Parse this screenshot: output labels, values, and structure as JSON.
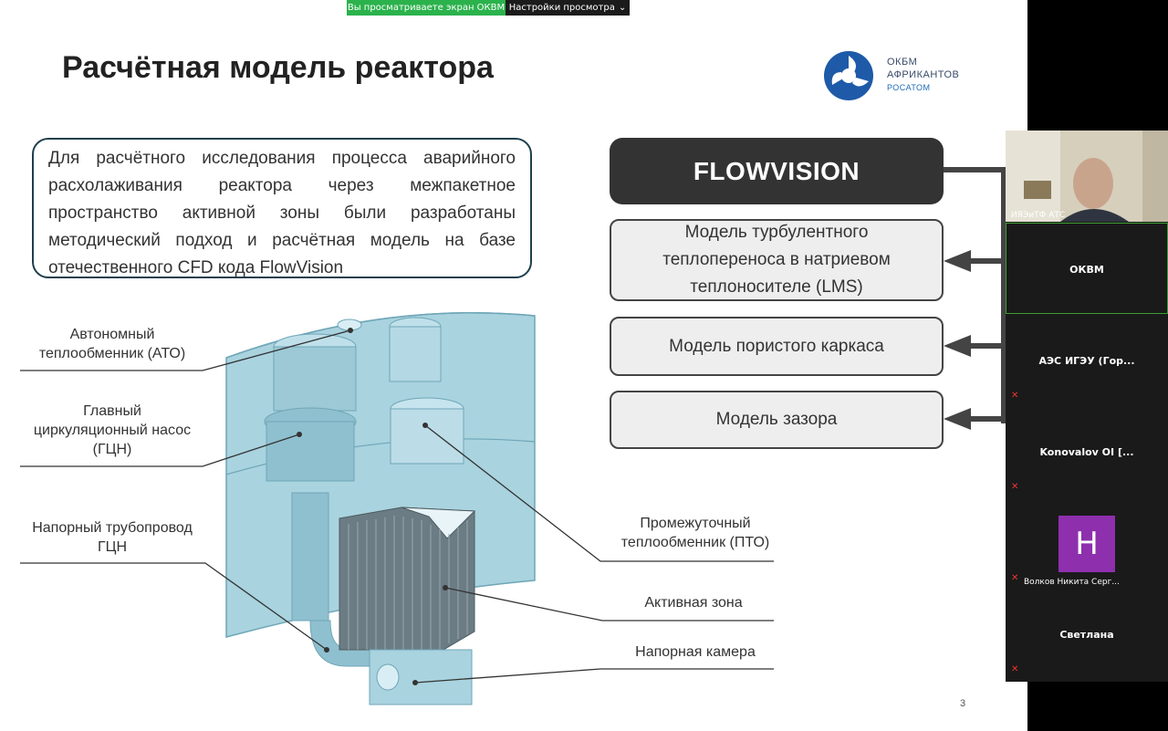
{
  "share_bar": {
    "viewing_label": "Вы просматриваете экран ОКВМ",
    "options_label": "Настройки просмотра",
    "chevron": "⌄"
  },
  "slide": {
    "title": "Расчётная модель реактора",
    "logo": {
      "line1": "ОКБМ",
      "line2": "АФРИКАНТОВ",
      "line3": "РОСАТОМ"
    },
    "description": "Для расчётного исследования процесса аварийного расхолаживания реактора через межпакетное пространство активной зоны были разработаны методический подход и расчётная модель на базе отечественного CFD кода FlowVision",
    "flowvision_label": "FLOWVISION",
    "models": [
      {
        "label": "Модель турбулентного теплопереноса в натриевом теплоносителе (LMS)"
      },
      {
        "label": "Модель пористого каркаса"
      },
      {
        "label": "Модель зазора"
      }
    ],
    "labels": {
      "ato": "Автономный теплообменник (АТО)",
      "gcn": "Главный циркуляционный насос (ГЦН)",
      "pipe": "Напорный трубопровод ГЦН",
      "pto": "Промежуточный теплообменник (ПТО)",
      "core": "Активная зона",
      "chamber": "Напорная камера"
    },
    "page_number": "3"
  },
  "participants": [
    {
      "name": "ИЯЭиТФ АТС",
      "type": "video",
      "muted": false
    },
    {
      "name": "ОКВМ",
      "type": "name",
      "muted": false,
      "active": true
    },
    {
      "name": "АЭС ИГЭУ (Гор...",
      "type": "name",
      "muted": true
    },
    {
      "name": "Konovalov OI [...",
      "type": "name",
      "muted": true
    },
    {
      "name": "Волков Никита Серг...",
      "type": "avatar",
      "initial": "Н",
      "avatar_color": "#8e2fae",
      "muted": true
    },
    {
      "name": "Светлана",
      "type": "name",
      "muted": true
    }
  ],
  "icons": {
    "mic_muted": "mic-muted-icon"
  }
}
